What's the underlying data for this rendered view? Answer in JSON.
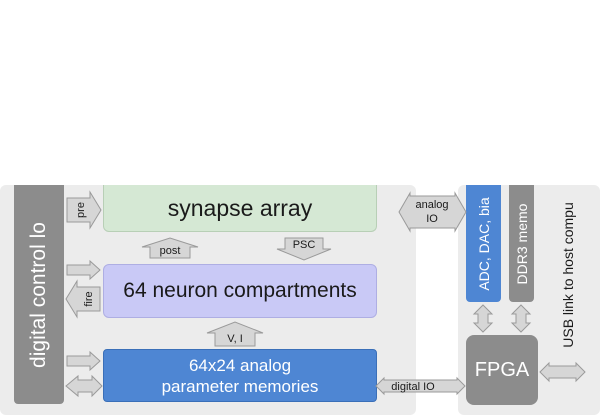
{
  "blocks": {
    "digital_control": "digital control lo",
    "synapse_array": "synapse array",
    "neuron_compartments": "64 neuron compartments",
    "param_memories_line1": "64x24 analog",
    "param_memories_line2": "parameter memories",
    "adc_dac": "ADC, DAC, bia",
    "ddr3": "DDR3 memo",
    "usb": "USB link to host compu",
    "fpga": "FPGA"
  },
  "arrows": {
    "pre": "pre",
    "post": "post",
    "psc": "PSC",
    "fire": "fire",
    "vi": "V, I",
    "analog_io_line1": "analog",
    "analog_io_line2": "IO",
    "digital_io": "digital IO"
  },
  "colors": {
    "panel_bg": "#ececec",
    "control_gray": "#8c8c8c",
    "synapse_green": "#d5e8d4",
    "neuron_lavender": "#c9c9f6",
    "memory_blue": "#4e86d3",
    "arrow_fill": "#d6d6d6"
  }
}
